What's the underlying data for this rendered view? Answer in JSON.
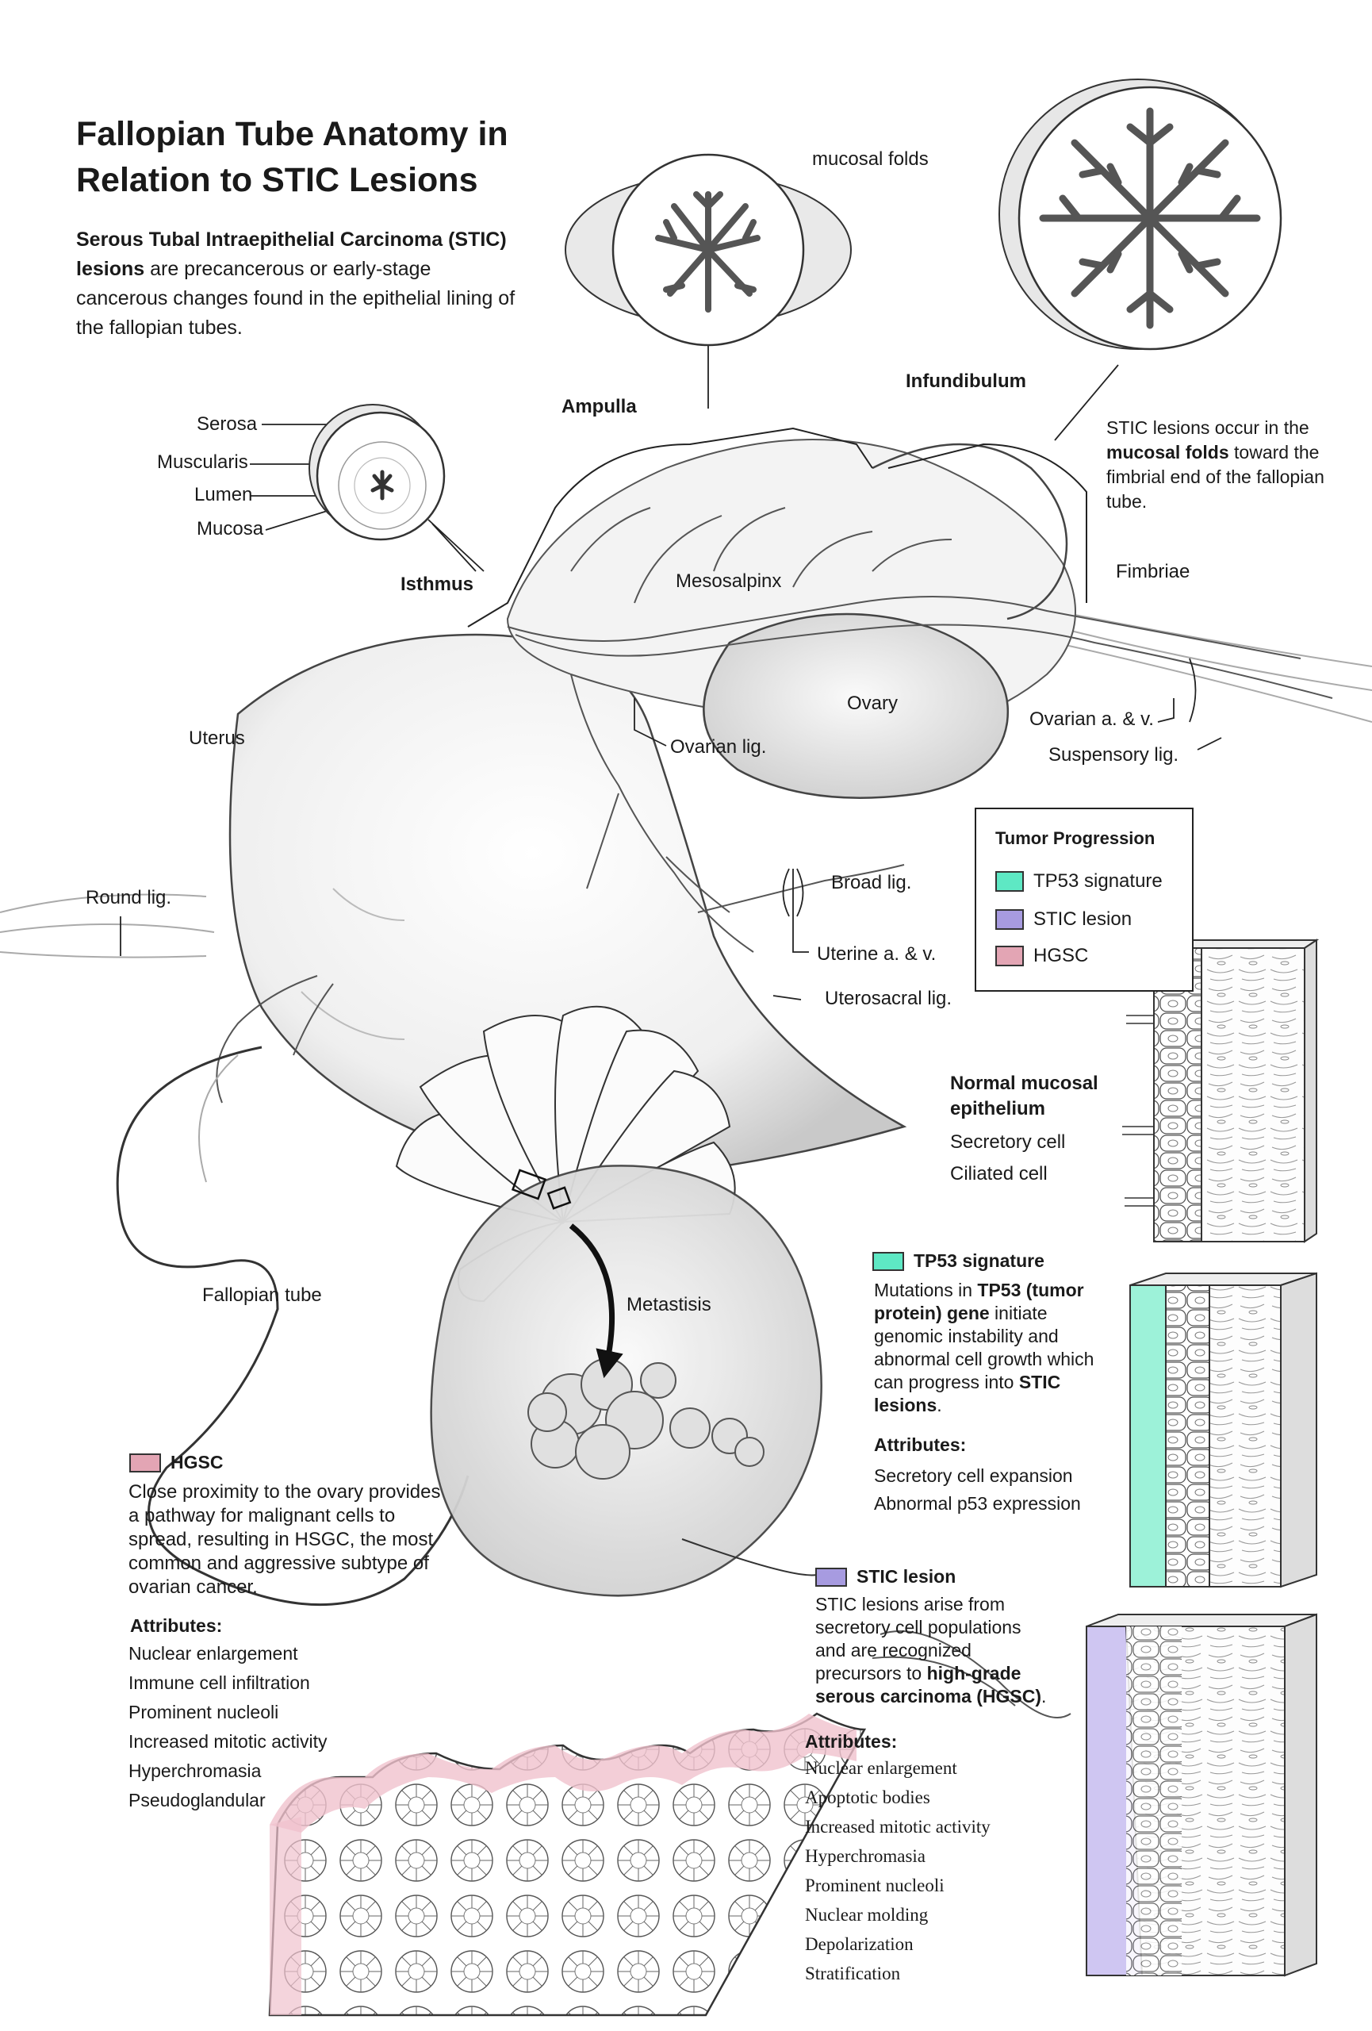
{
  "title": "Fallopian Tube Anatomy in Relation to STIC Lesions",
  "intro": {
    "bold": "Serous Tubal Intraepithelial Carcinoma (STIC) lesions",
    "rest": " are precancerous or early-stage cancerous changes found in the epithelial lining of the fallopian tubes."
  },
  "cross_section_labels": {
    "serosa": "Serosa",
    "muscularis": "Muscularis",
    "lumen": "Lumen",
    "mucosa": "Mucosa"
  },
  "anatomy_labels": {
    "isthmus": "Isthmus",
    "ampulla": "Ampulla",
    "mucosal_folds": "mucosal folds",
    "infundibulum": "Infundibulum",
    "mesosalpinx": "Mesosalpinx",
    "fimbriae": "Fimbriae",
    "ovary": "Ovary",
    "uterus": "Uterus",
    "ovarian_lig": "Ovarian lig.",
    "ovarian_av": "Ovarian a. & v.",
    "suspensory_lig": "Suspensory lig.",
    "round_lig": "Round lig.",
    "broad_lig": "Broad lig.",
    "uterine_av": "Uterine a. & v.",
    "uterosacral_lig": "Uterosacral lig.",
    "fallopian_tube": "Fallopian tube",
    "metastisis": "Metastisis"
  },
  "stic_note": {
    "pre": "STIC lesions occur in the ",
    "bold": "mucosal folds",
    "post": " toward the fimbrial end of the fallopian tube."
  },
  "legend": {
    "title": "Tumor Progression",
    "items": [
      {
        "label": "TP53 signature",
        "color": "#5ee8c4"
      },
      {
        "label": "STIC lesion",
        "color": "#a79be0"
      },
      {
        "label": "HGSC",
        "color": "#e3a5b4"
      }
    ]
  },
  "normal": {
    "title": "Normal mucosal epithelium",
    "items": [
      "Secretory cell",
      "Ciliated cell"
    ]
  },
  "tp53": {
    "title": "TP53 signature",
    "desc_pre": "Mutations in ",
    "desc_bold1": "TP53 (tumor protein) gene",
    "desc_mid": " initiate genomic instability and abnormal cell growth which can progress into ",
    "desc_bold2": "STIC lesions",
    "desc_end": ".",
    "attributes_title": "Attributes:",
    "attributes": [
      "Secretory cell expansion",
      "Abnormal p53 expression"
    ]
  },
  "hgsc": {
    "title": "HGSC",
    "desc": "Close proximity to the ovary provides a pathway for malignant cells to spread, resulting in HSGC, the most common and aggressive subtype of ovarian cancer.",
    "attributes_title": "Attributes:",
    "attributes": [
      "Nuclear enlargement",
      "Immune cell infiltration",
      "Prominent nucleoli",
      "Increased mitotic activity",
      "Hyperchromasia",
      "Pseudoglandular"
    ]
  },
  "stic": {
    "title": "STIC lesion",
    "desc_pre": "STIC lesions arise from secretory cell populations and are recognized precursors to ",
    "desc_bold": "high-grade serous carcinoma (HGSC)",
    "desc_end": ".",
    "attributes_title": "Attributes:",
    "attributes": [
      "Nuclear enlargement",
      "Apoptotic bodies",
      "Increased mitotic activity",
      "Hyperchromasia",
      "Prominent nucleoli",
      "Nuclear molding",
      "Depolarization",
      "Stratification"
    ]
  }
}
